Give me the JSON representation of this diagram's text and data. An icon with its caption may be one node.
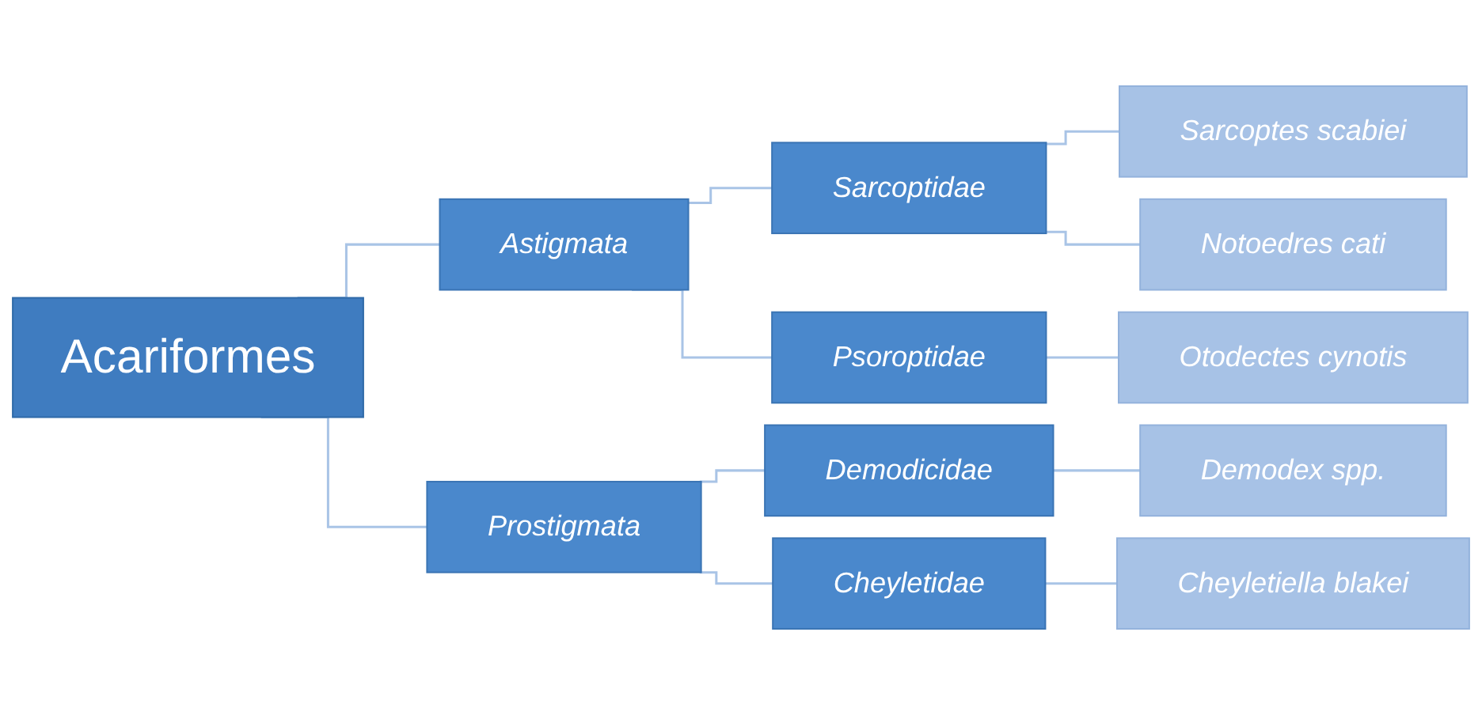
{
  "diagram": {
    "nodes": [
      {
        "text": [
          "Acariformes"
        ]
      },
      {
        "text": [
          "Astigmata"
        ]
      },
      {
        "text": [
          "Prostigmata"
        ]
      },
      {
        "text": [
          "Sarcoptidae"
        ]
      },
      {
        "text": [
          "Psoroptidae"
        ]
      },
      {
        "text": [
          "Demodicidae"
        ]
      },
      {
        "text": [
          "Cheyletidae"
        ]
      },
      {
        "text": [
          "Sarcoptes scabiei"
        ]
      },
      {
        "text": [
          "Notoedres cati"
        ]
      },
      {
        "text": [
          "Otodectes cynotis"
        ]
      },
      {
        "text": [
          "Demodex spp."
        ]
      },
      {
        "text": [
          "Cheyletiella blakei"
        ]
      }
    ],
    "edges": [
      {
        "from": 0,
        "to": 1,
        "arrow": "none"
      },
      {
        "from": 0,
        "to": 2,
        "arrow": "none"
      },
      {
        "from": 1,
        "to": 3,
        "arrow": "none"
      },
      {
        "from": 1,
        "to": 4,
        "arrow": "none"
      },
      {
        "from": 2,
        "to": 5,
        "arrow": "none"
      },
      {
        "from": 2,
        "to": 6,
        "arrow": "none"
      },
      {
        "from": 3,
        "to": 7,
        "arrow": "none"
      },
      {
        "from": 3,
        "to": 8,
        "arrow": "none"
      },
      {
        "from": 4,
        "to": 9,
        "arrow": "none"
      },
      {
        "from": 5,
        "to": 10,
        "arrow": "none"
      },
      {
        "from": 6,
        "to": 11,
        "arrow": "none"
      }
    ]
  }
}
